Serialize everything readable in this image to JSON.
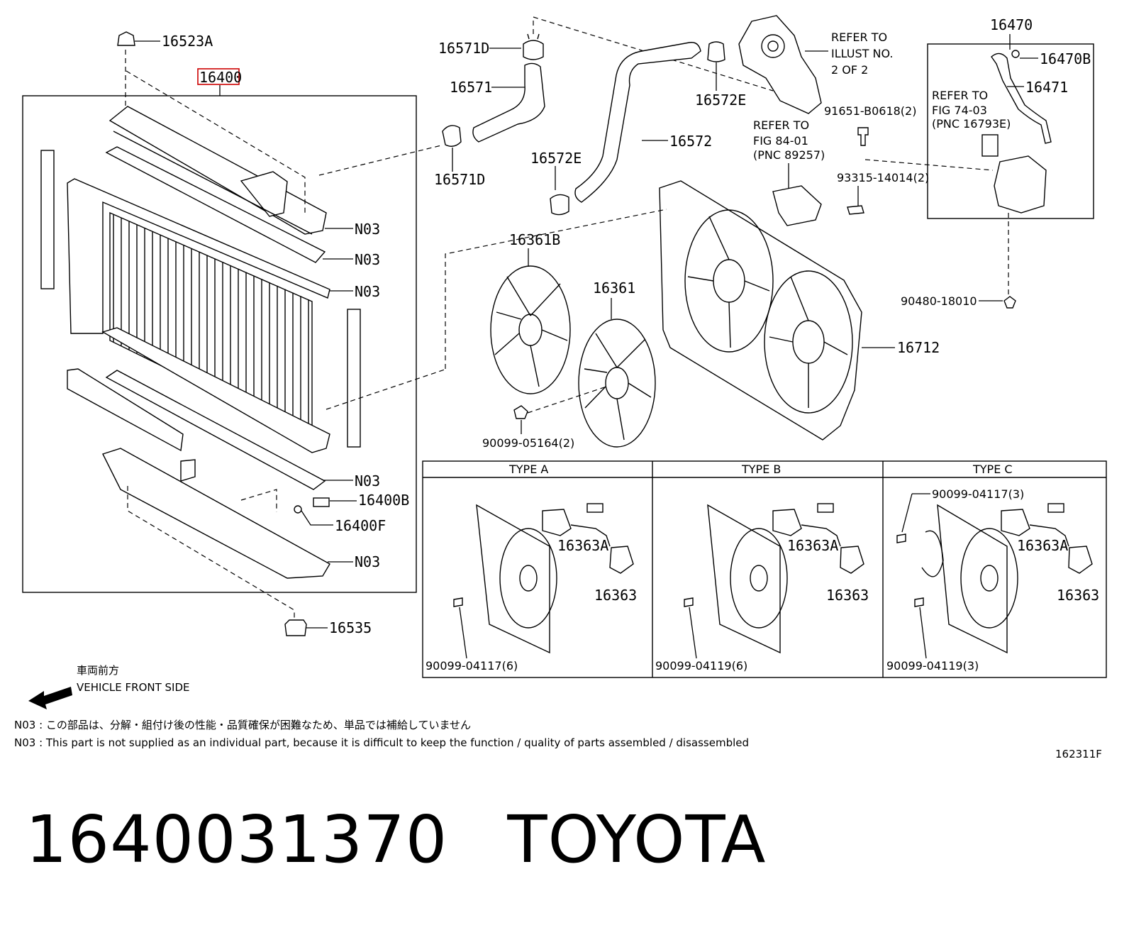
{
  "parts": {
    "p16523A": "16523A",
    "p16400": "16400",
    "p16571D_top": "16571D",
    "p16571": "16571",
    "p16571D_bot": "16571D",
    "p16572E_top": "16572E",
    "p16572E_mid": "16572E",
    "p16572": "16572",
    "p16470": "16470",
    "p16470B": "16470B",
    "p16471": "16471",
    "p91651": "91651-B0618(2)",
    "p93315": "93315-14014(2)",
    "p90480": "90480-18010",
    "p16361B": "16361B",
    "p16361": "16361",
    "p90099_05164": "90099-05164(2)",
    "p16712": "16712",
    "n03_1": "N03",
    "n03_2": "N03",
    "n03_3": "N03",
    "n03_4": "N03",
    "n03_5": "N03",
    "p16400B": "16400B",
    "p16400F": "16400F",
    "p16535": "16535"
  },
  "refs": {
    "illust_l1": "REFER TO",
    "illust_l2": "ILLUST NO.",
    "illust_l3": "2 OF 2",
    "fig84_l1": "REFER TO",
    "fig84_l2": "FIG 84-01",
    "fig84_l3": "(PNC 89257)",
    "fig74_l1": "REFER TO",
    "fig74_l2": "FIG 74-03",
    "fig74_l3": "(PNC 16793E)"
  },
  "types": {
    "a": {
      "title": "TYPE  A",
      "motor_a": "16363A",
      "motor": "16363",
      "bolt": "90099-04117(6)"
    },
    "b": {
      "title": "TYPE  B",
      "motor_a": "16363A",
      "motor": "16363",
      "bolt": "90099-04119(6)"
    },
    "c": {
      "title": "TYPE  C",
      "screw": "90099-04117(3)",
      "motor_a": "16363A",
      "motor": "16363",
      "bolt": "90099-04119(3)"
    }
  },
  "front": {
    "jp": "車両前方",
    "en": "VEHICLE FRONT SIDE"
  },
  "notes": {
    "jp": "N03 : この部品は、分解・組付け後の性能・品質確保が困難なため、単品では補給していません",
    "en": "N03 : This part is not supplied as an individual part, because it is difficult to keep the function / quality of parts assembled / disassembled"
  },
  "illustration_code": "162311F",
  "caption": {
    "part_number": "1640031370",
    "brand": "TOYOTA"
  },
  "colors": {
    "highlight": "#cc0000"
  }
}
